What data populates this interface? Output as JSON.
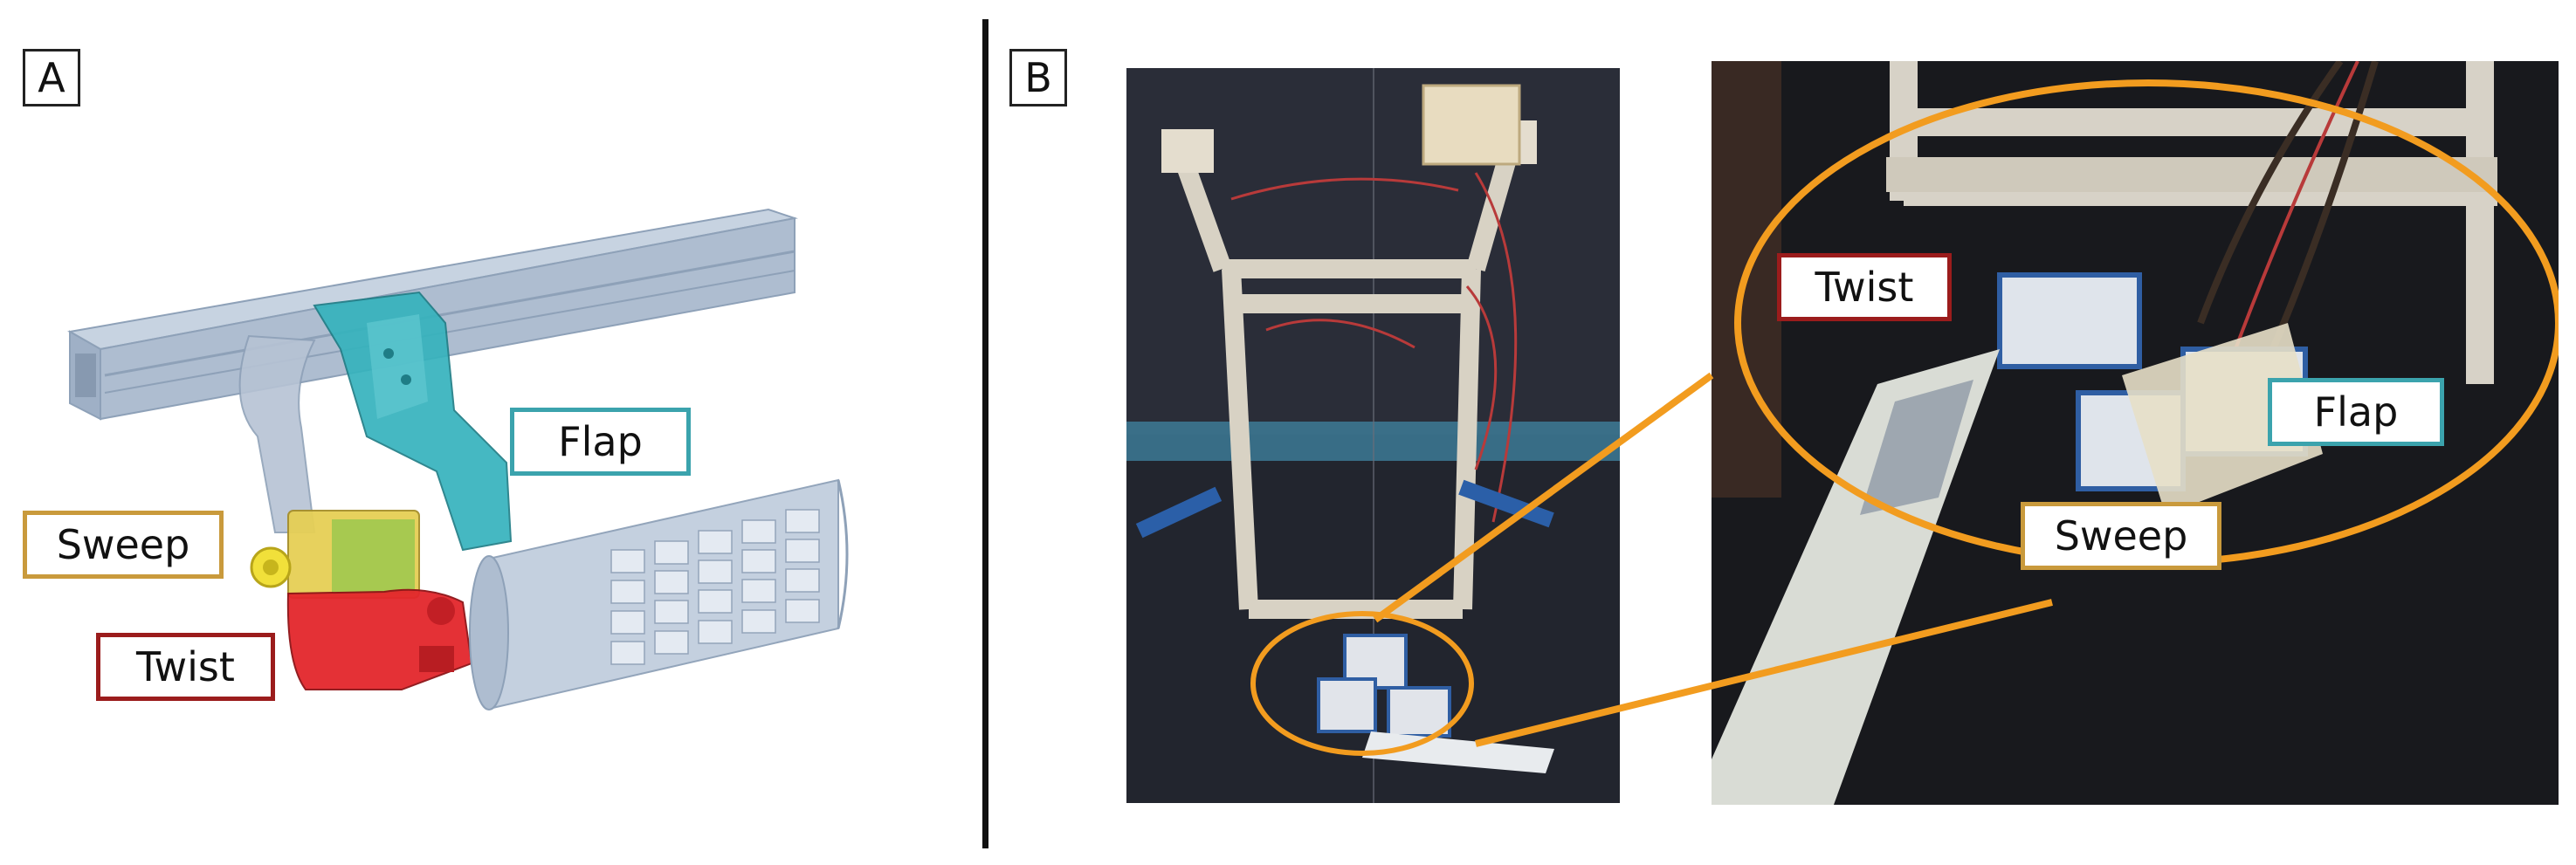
{
  "panels": {
    "a": {
      "letter": "A"
    },
    "b": {
      "letter": "B"
    }
  },
  "labels": {
    "flap": "Flap",
    "sweep": "Sweep",
    "twist": "Twist"
  },
  "colors": {
    "flap": "#3ba3ad",
    "sweep": "#c99a3c",
    "twist": "#9b1c1c",
    "highlight": "#f29c1f",
    "frame": "#b8c6d6"
  }
}
